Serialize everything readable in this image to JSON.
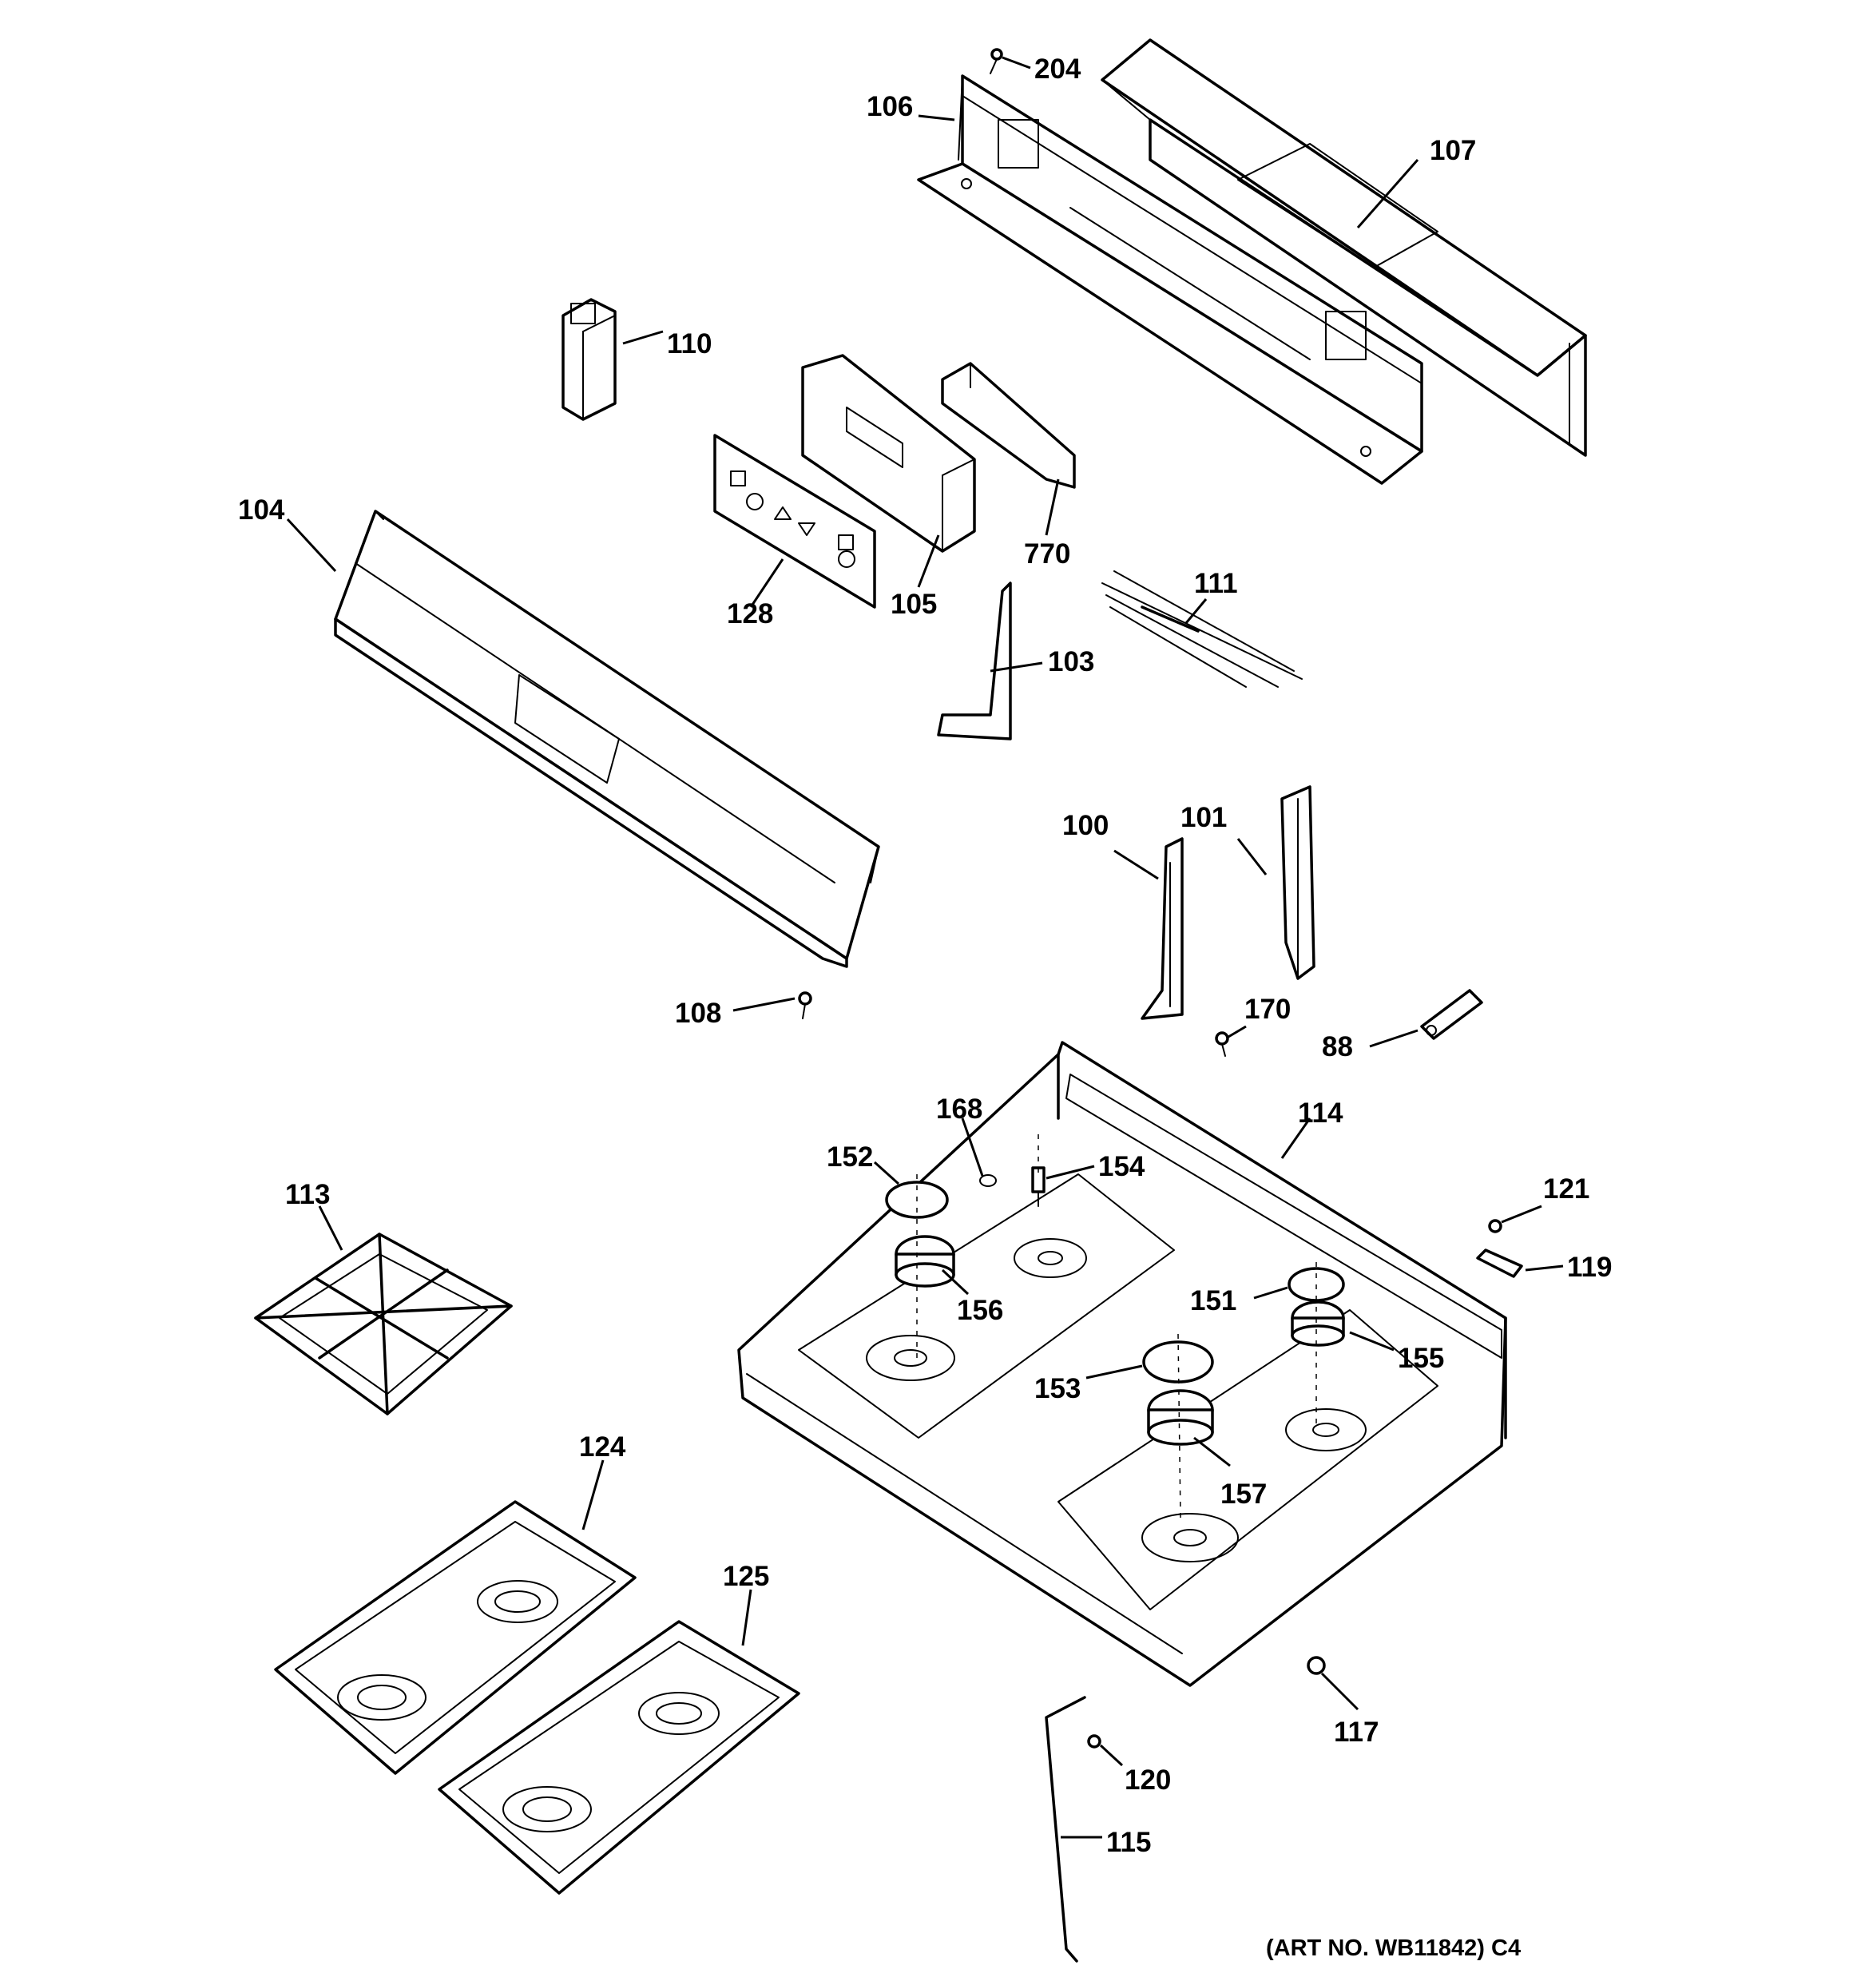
{
  "labels": {
    "p204": "204",
    "p106": "106",
    "p107": "107",
    "p110": "110",
    "p104": "104",
    "p128": "128",
    "p105": "105",
    "p770": "770",
    "p111": "111",
    "p103": "103",
    "p100": "100",
    "p101": "101",
    "p108": "108",
    "p170": "170",
    "p88": "88",
    "p168": "168",
    "p114": "114",
    "p152": "152",
    "p154": "154",
    "p113": "113",
    "p121": "121",
    "p119": "119",
    "p151": "151",
    "p156": "156",
    "p155": "155",
    "p153": "153",
    "p157": "157",
    "p124": "124",
    "p125": "125",
    "p117": "117",
    "p120": "120",
    "p115": "115"
  },
  "art_number": "(ART NO. WB11842) C4"
}
